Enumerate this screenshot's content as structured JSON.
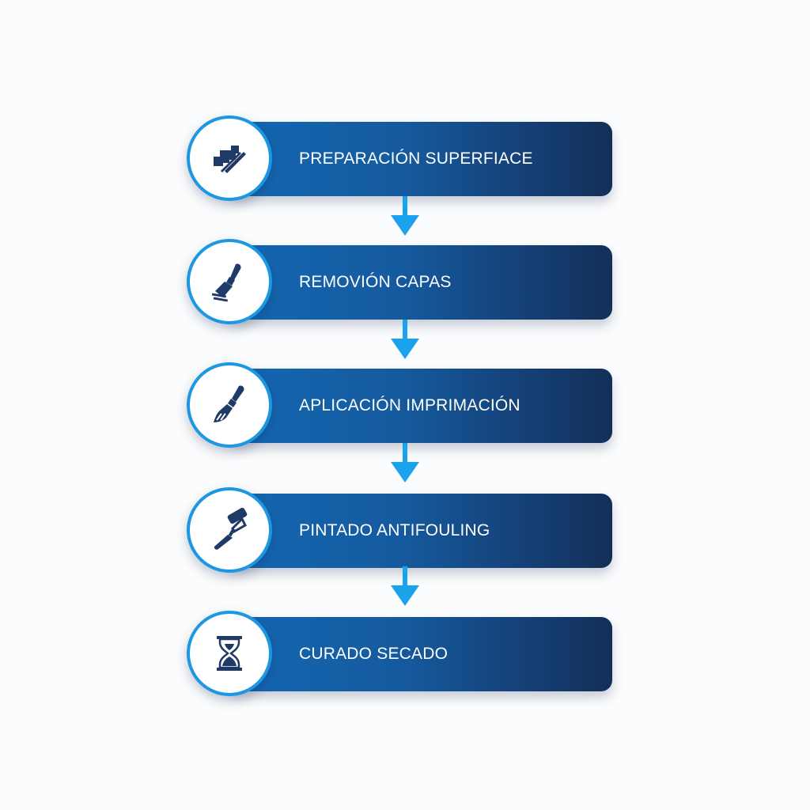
{
  "colors": {
    "bar_start": "#1468b3",
    "bar_end": "#132f58",
    "badge_ring": "#1e97e3",
    "arrow": "#1aa3ec",
    "icon": "#1f3a66"
  },
  "steps": [
    {
      "label": "PREPARACIÓN SUPERFIACE",
      "icon": "surface-scraper-icon"
    },
    {
      "label": "REMOVIÓN CAPAS",
      "icon": "putty-knife-icon"
    },
    {
      "label": "APLICACIÓN IMPRIMACIÓN",
      "icon": "paintbrush-icon"
    },
    {
      "label": "PINTADO ANTIFOULING",
      "icon": "paint-roller-icon"
    },
    {
      "label": "CURADO SECADO",
      "icon": "hourglass-icon"
    }
  ]
}
